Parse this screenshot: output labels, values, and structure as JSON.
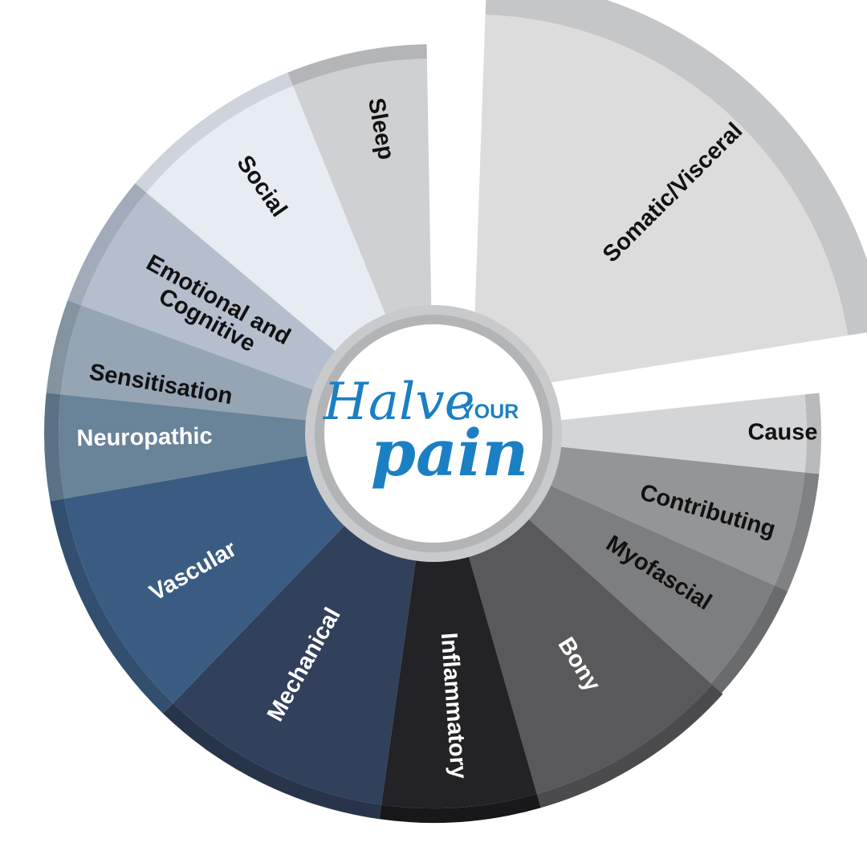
{
  "center_logo": {
    "script_text": "Halve",
    "small_text": "YOUR",
    "big_text": "pain",
    "color": "#1b7fc4"
  },
  "segments": [
    {
      "id": "somatic-visceral",
      "label": "Somatic/Visceral",
      "fill": "#dcdcdd",
      "rim": "#c5c6c8",
      "text": "#111111"
    },
    {
      "id": "cause",
      "label": "Cause",
      "fill": "#d4d5d7",
      "rim": "#b9babc",
      "text": "#111111"
    },
    {
      "id": "contributing",
      "label": "Contributing",
      "fill": "#939597",
      "rim": "#7f8183",
      "text": "#111111"
    },
    {
      "id": "myofascial",
      "label": "Myofascial",
      "fill": "#7d7e80",
      "rim": "#6a6b6d",
      "text": "#111111"
    },
    {
      "id": "bony",
      "label": "Bony",
      "fill": "#59595b",
      "rim": "#4b4b4d",
      "text": "#ffffff"
    },
    {
      "id": "inflammatory",
      "label": "Inflammatory",
      "fill": "#232326",
      "rim": "#18181a",
      "text": "#ffffff"
    },
    {
      "id": "mechanical",
      "label": "Mechanical",
      "fill": "#31405b",
      "rim": "#283449",
      "text": "#ffffff"
    },
    {
      "id": "vascular",
      "label": "Vascular",
      "fill": "#3a5c82",
      "rim": "#324f70",
      "text": "#ffffff"
    },
    {
      "id": "neuropathic",
      "label": "Neuropathic",
      "fill": "#698399",
      "rim": "#5a7286",
      "text": "#ffffff"
    },
    {
      "id": "sensitisation",
      "label": "Sensitisation",
      "fill": "#95a5b3",
      "rim": "#83939f",
      "text": "#111111"
    },
    {
      "id": "emotional-cognitive",
      "label": "Emotional and Cognitive",
      "label_lines": [
        "Emotional and",
        "Cognitive"
      ],
      "fill": "#b4becd",
      "rim": "#a1abb9",
      "text": "#111111"
    },
    {
      "id": "social",
      "label": "Social",
      "fill": "#e7ebf2",
      "rim": "#cfd4dc",
      "text": "#111111"
    },
    {
      "id": "sleep",
      "label": "Sleep",
      "fill": "#cfd0d2",
      "rim": "#b4b5b7",
      "text": "#111111"
    }
  ]
}
